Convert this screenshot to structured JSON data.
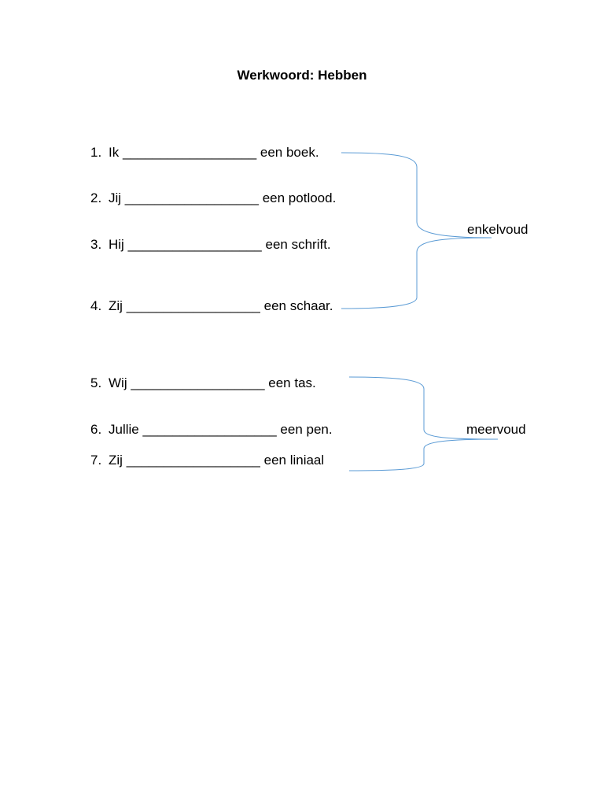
{
  "title": "Werkwoord: Hebben",
  "items": [
    {
      "number": "1.",
      "subject": "Ik",
      "blank": "__________________",
      "object": "een boek."
    },
    {
      "number": "2.",
      "subject": "Jij",
      "blank": "__________________",
      "object": "een potlood."
    },
    {
      "number": "3.",
      "subject": "Hij",
      "blank": "__________________",
      "object": "een schrift."
    },
    {
      "number": "4.",
      "subject": "Zij",
      "blank": "__________________",
      "object": "een schaar."
    },
    {
      "number": "5.",
      "subject": "Wij",
      "blank": "__________________",
      "object": "een tas."
    },
    {
      "number": "6.",
      "subject": "Jullie",
      "blank": "__________________",
      "object": "een pen."
    },
    {
      "number": "7.",
      "subject": "Zij",
      "blank": "__________________",
      "object": "een liniaal"
    }
  ],
  "groups": {
    "singular_label": "enkelvoud",
    "plural_label": "meervoud"
  },
  "colors": {
    "brace": "#5b9bd5",
    "text": "#000000"
  }
}
